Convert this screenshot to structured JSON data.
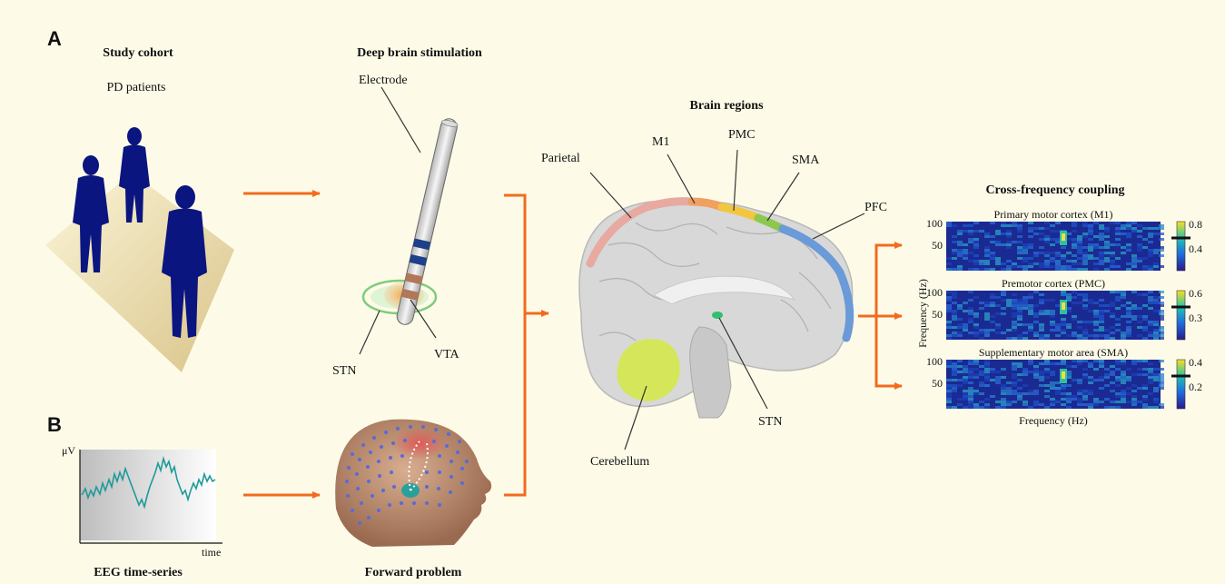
{
  "panels": {
    "a": "A",
    "b": "B"
  },
  "cohort": {
    "title": "Study cohort",
    "subtitle": "PD patients"
  },
  "dbs": {
    "title": "Deep brain stimulation",
    "electrode": "Electrode",
    "stn": "STN",
    "vta": "VTA"
  },
  "brain": {
    "title": "Brain regions",
    "parietal": "Parietal",
    "m1": "M1",
    "pmc": "PMC",
    "sma": "SMA",
    "pfc": "PFC",
    "stn": "STN",
    "cerebellum": "Cerebellum",
    "colors": {
      "parietal": "#e8a9a0",
      "m1": "#f0a060",
      "pmc": "#f2c640",
      "sma": "#8cc850",
      "pfc": "#6a9ad8",
      "cerebellum": "#d6e65a",
      "stn": "#30c070"
    }
  },
  "cfc": {
    "title": "Cross-frequency coupling",
    "ylabel": "Frequency (Hz)",
    "xlabel": "Frequency (Hz)",
    "panels": [
      {
        "title": "Primary motor cortex (M1)",
        "ytick_top": "100",
        "ytick_mid": "50",
        "cbar_max": "0.8",
        "cbar_mid": "0.4"
      },
      {
        "title": "Premotor cortex (PMC)",
        "ytick_top": "100",
        "ytick_mid": "50",
        "cbar_max": "0.6",
        "cbar_mid": "0.3"
      },
      {
        "title": "Supplementary motor area (SMA)",
        "ytick_top": "100",
        "ytick_mid": "50",
        "cbar_max": "0.4",
        "cbar_mid": "0.2"
      }
    ]
  },
  "eeg": {
    "title": "EEG time-series",
    "yunit": "μV",
    "xunit": "time"
  },
  "forward": {
    "title": "Forward problem"
  },
  "colors": {
    "arrow": "#f26b1d",
    "silhouette": "#0a1580",
    "background": "#fdfbe8"
  }
}
